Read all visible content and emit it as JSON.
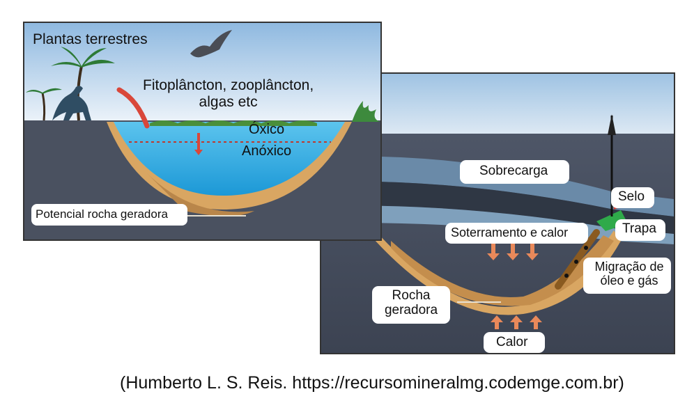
{
  "left_panel": {
    "land_plants_label": "Plantas terrestres",
    "plankton_label_line1": "Fitoplâncton, zooplâncton,",
    "plankton_label_line2": "algas etc",
    "oxic_label": "Óxico",
    "anoxic_label": "Anóxico",
    "potential_source_rock_label": "Potencial rocha geradora"
  },
  "right_panel": {
    "overburden_label": "Sobrecarga",
    "seal_label": "Selo",
    "trap_label": "Trapa",
    "burial_heat_label": "Soterramento e calor",
    "migration_label_line1": "Migração de",
    "migration_label_line2": "óleo e  gás",
    "source_rock_label_line1": "Rocha",
    "source_rock_label_line2": "geradora",
    "heat_label": "Calor"
  },
  "caption": "(Humberto L. S. Reis. https://recursomineralmg.codemge.com.br)",
  "colors": {
    "sky": "#cfe3f5",
    "water": "#2ba8df",
    "sediment": "#d9a662",
    "ground": "#4a5160",
    "seal": "#d23b2f",
    "trap": "#2faa4a"
  }
}
